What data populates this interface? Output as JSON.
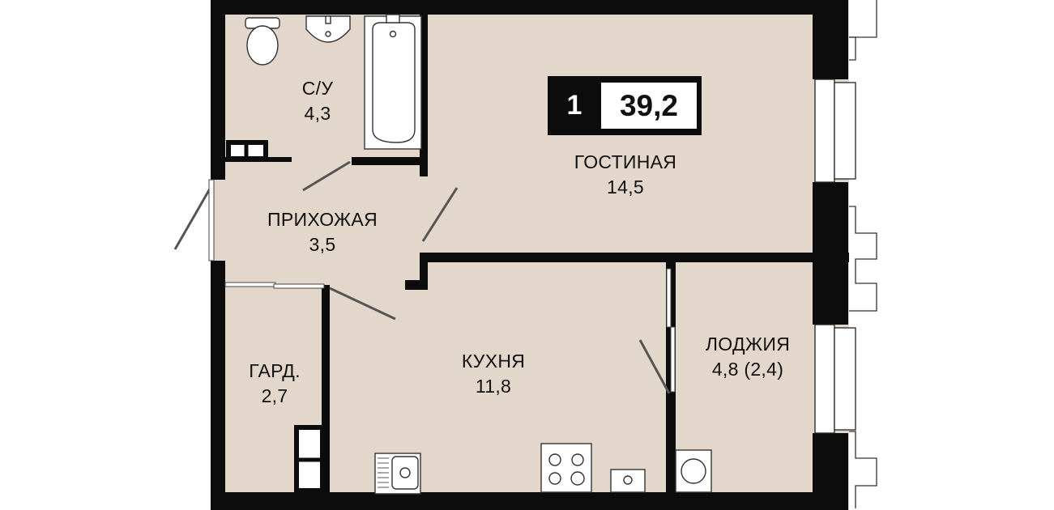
{
  "unit": {
    "rooms": "1",
    "total_area": "39,2"
  },
  "rooms": {
    "bathroom": {
      "name": "С/У",
      "area": "4,3"
    },
    "living": {
      "name": "ГОСТИНАЯ",
      "area": "14,5"
    },
    "hallway": {
      "name": "ПРИХОЖАЯ",
      "area": "3,5"
    },
    "wardrobe": {
      "name": "ГАРД.",
      "area": "2,7"
    },
    "kitchen": {
      "name": "КУХНЯ",
      "area": "11,8"
    },
    "loggia": {
      "name": "ЛОДЖИЯ",
      "area": "4,8 (2,4)"
    }
  },
  "colors": {
    "floor": "#e3d6ca",
    "wall": "#0c0c0c",
    "fixture": "#ffffff",
    "line": "#555555"
  }
}
